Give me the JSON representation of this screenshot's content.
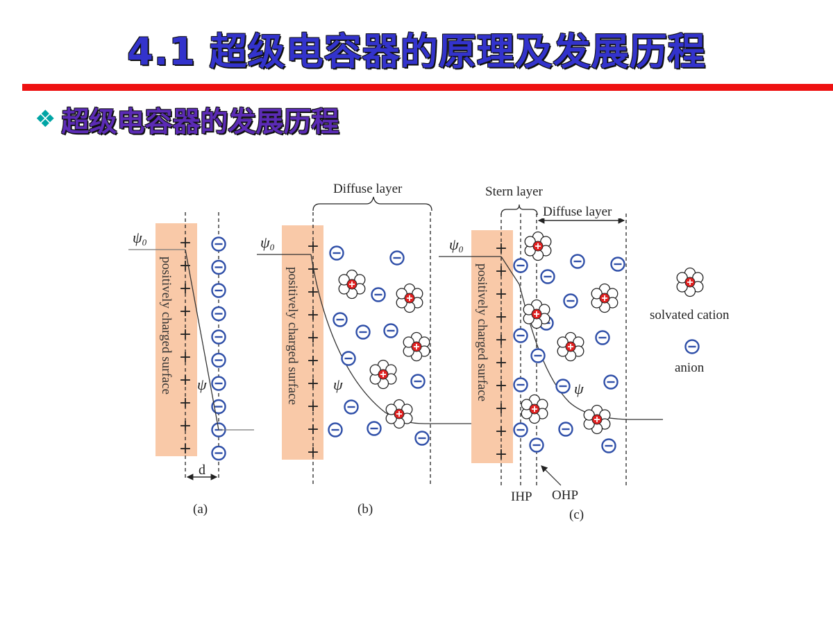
{
  "slide": {
    "title": "4.1 超级电容器的原理及发展历程",
    "section_bullet": "❖",
    "section_heading": "超级电容器的发展历程"
  },
  "figure": {
    "colors": {
      "surface": "#f9c9a8",
      "anion": "#2f4fa8",
      "cation": "#e02020",
      "title_blue": "#3333cc",
      "section_purple": "#5b2bb5",
      "rule_red": "#ee1111",
      "bullet_teal": "#00a5a5"
    },
    "panel_a": {
      "label": "(a)",
      "surface_text": "positively charged surface",
      "psi0": "ψ",
      "psi0_sub": "0",
      "psi": "ψ",
      "d_label": "d"
    },
    "panel_b": {
      "label": "(b)",
      "surface_text": "positively charged surface",
      "psi0": "ψ",
      "psi0_sub": "0",
      "psi": "ψ",
      "diffuse_label": "Diffuse layer"
    },
    "panel_c": {
      "label": "(c)",
      "surface_text": "positively charged surface",
      "psi0": "ψ",
      "psi0_sub": "0",
      "psi": "ψ",
      "stern_label": "Stern layer",
      "diffuse_label": "Diffuse layer",
      "ihp_label": "IHP",
      "ohp_label": "OHP"
    },
    "legend": {
      "cation_label": "solvated cation",
      "anion_label": "anion"
    }
  }
}
